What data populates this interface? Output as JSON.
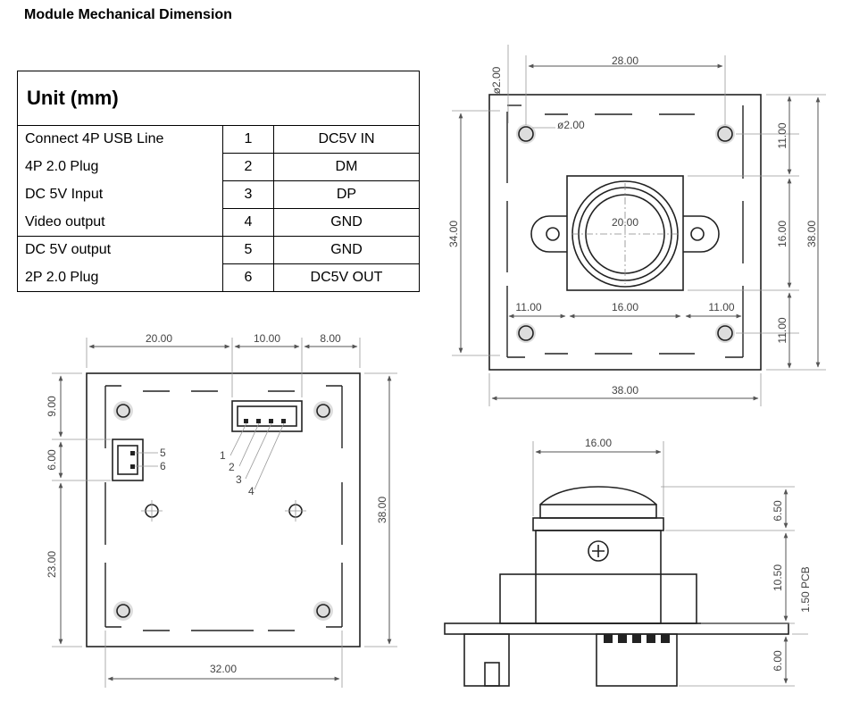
{
  "title": "Module Mechanical Dimension",
  "table": {
    "header": "Unit (mm)",
    "rows": [
      {
        "label": "Connect 4P USB Line",
        "pin": "1",
        "signal": "DC5V IN"
      },
      {
        "label": "4P 2.0 Plug",
        "pin": "2",
        "signal": "DM"
      },
      {
        "label": "DC 5V Input",
        "pin": "3",
        "signal": "DP"
      },
      {
        "label": "Video output",
        "pin": "4",
        "signal": "GND"
      },
      {
        "label": "DC 5V output",
        "pin": "5",
        "signal": "GND"
      },
      {
        "label": "2P 2.0 Plug",
        "pin": "6",
        "signal": "DC5V OUT"
      }
    ]
  },
  "front_view": {
    "hole_dia": "ø2.00",
    "hole_dia_2": "ø2.00",
    "hole_spacing": "28.00",
    "lens": "20.00",
    "height_outer": "38.00",
    "height_inner": "34.00",
    "top_offset": "11.00",
    "mid_height": "16.00",
    "bottom_offset": "11.00",
    "left_offset": "11.00",
    "mid_width": "16.00",
    "right_offset": "11.00",
    "width": "38.00"
  },
  "back_view": {
    "dim_a": "20.00",
    "dim_b": "10.00",
    "dim_c": "8.00",
    "left_top": "9.00",
    "left_mid": "6.00",
    "left_bot": "23.00",
    "height": "38.00",
    "bottom": "32.00",
    "pin_labels": [
      "1",
      "2",
      "3",
      "4",
      "5",
      "6"
    ]
  },
  "side_view": {
    "top_width": "16.00",
    "lens_h": "6.50",
    "body_h": "10.50",
    "pcb_h": "1.50 PCB",
    "connector_h": "6.00"
  }
}
